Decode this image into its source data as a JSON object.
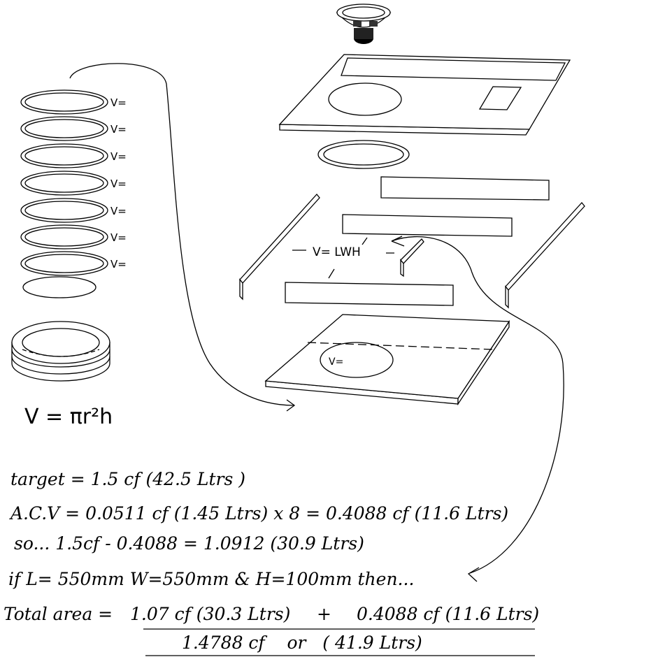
{
  "ring_labels": [
    "V=",
    "V=",
    "V=",
    "V=",
    "V=",
    "V=",
    "V="
  ],
  "cylinder_formula": "V = πr²h",
  "box_formula": "V= LWH",
  "bottom_hole_label": "V=",
  "calculations": {
    "line1": "target = 1.5 cf (42.5 Ltrs )",
    "line2": "A.C.V =  0.0511 cf (1.45 Ltrs) x 8 = 0.4088 cf (11.6 Ltrs)",
    "line3": "so...   1.5cf - 0.4088 = 1.0912 (30.9 Ltrs)",
    "line4": "if L= 550mm W=550mm & H=100mm then...",
    "line5_label": "Total area =",
    "line5_a": "1.07 cf  (30.3 Ltrs)",
    "line5_plus": "+",
    "line5_b": "0.4088 cf (11.6 Ltrs)",
    "result": "1.4788 cf    or   ( 41.9 Ltrs)"
  }
}
